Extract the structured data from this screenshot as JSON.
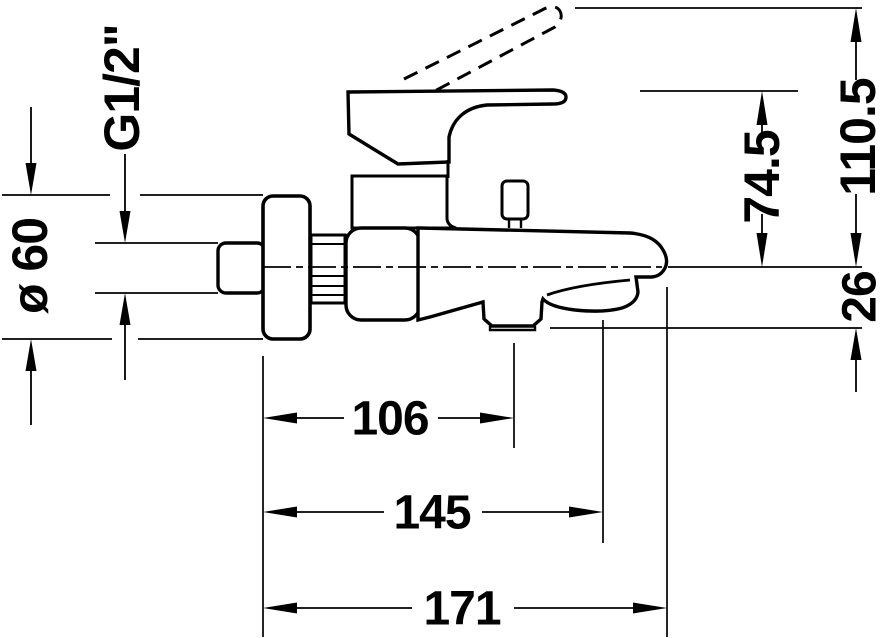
{
  "page": {
    "background": "#ffffff",
    "line_color": "#000000"
  },
  "drawing": {
    "subject": "single-lever bath mixer, side elevation",
    "style": "dimensioned technical line drawing"
  },
  "dimensions": {
    "thread": "G1/2\"",
    "flange_diameter": "ø 60",
    "total_height": "110.5",
    "handle_height": "74.5",
    "spout_drop": "26",
    "wall_to_aerator": "106",
    "wall_to_outlet": "145",
    "wall_to_tip": "171"
  }
}
